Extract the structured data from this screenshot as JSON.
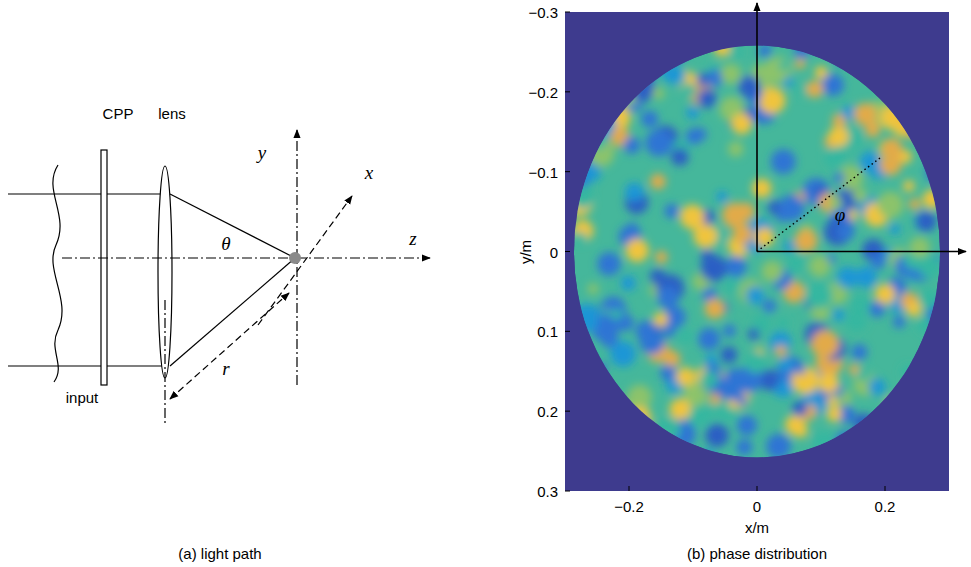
{
  "diagram": {
    "labels": [
      "CPP",
      "lens",
      "y",
      "x",
      "θ",
      "z",
      "r",
      "input",
      "(a) light path",
      "−0.3",
      "−0.2",
      "−0.1",
      "0",
      "0.1",
      "0.2",
      "0.3",
      "y/m",
      "−0.2",
      "0",
      "0.2",
      "x/m",
      "φ",
      "(b) phase distribution"
    ]
  }
}
